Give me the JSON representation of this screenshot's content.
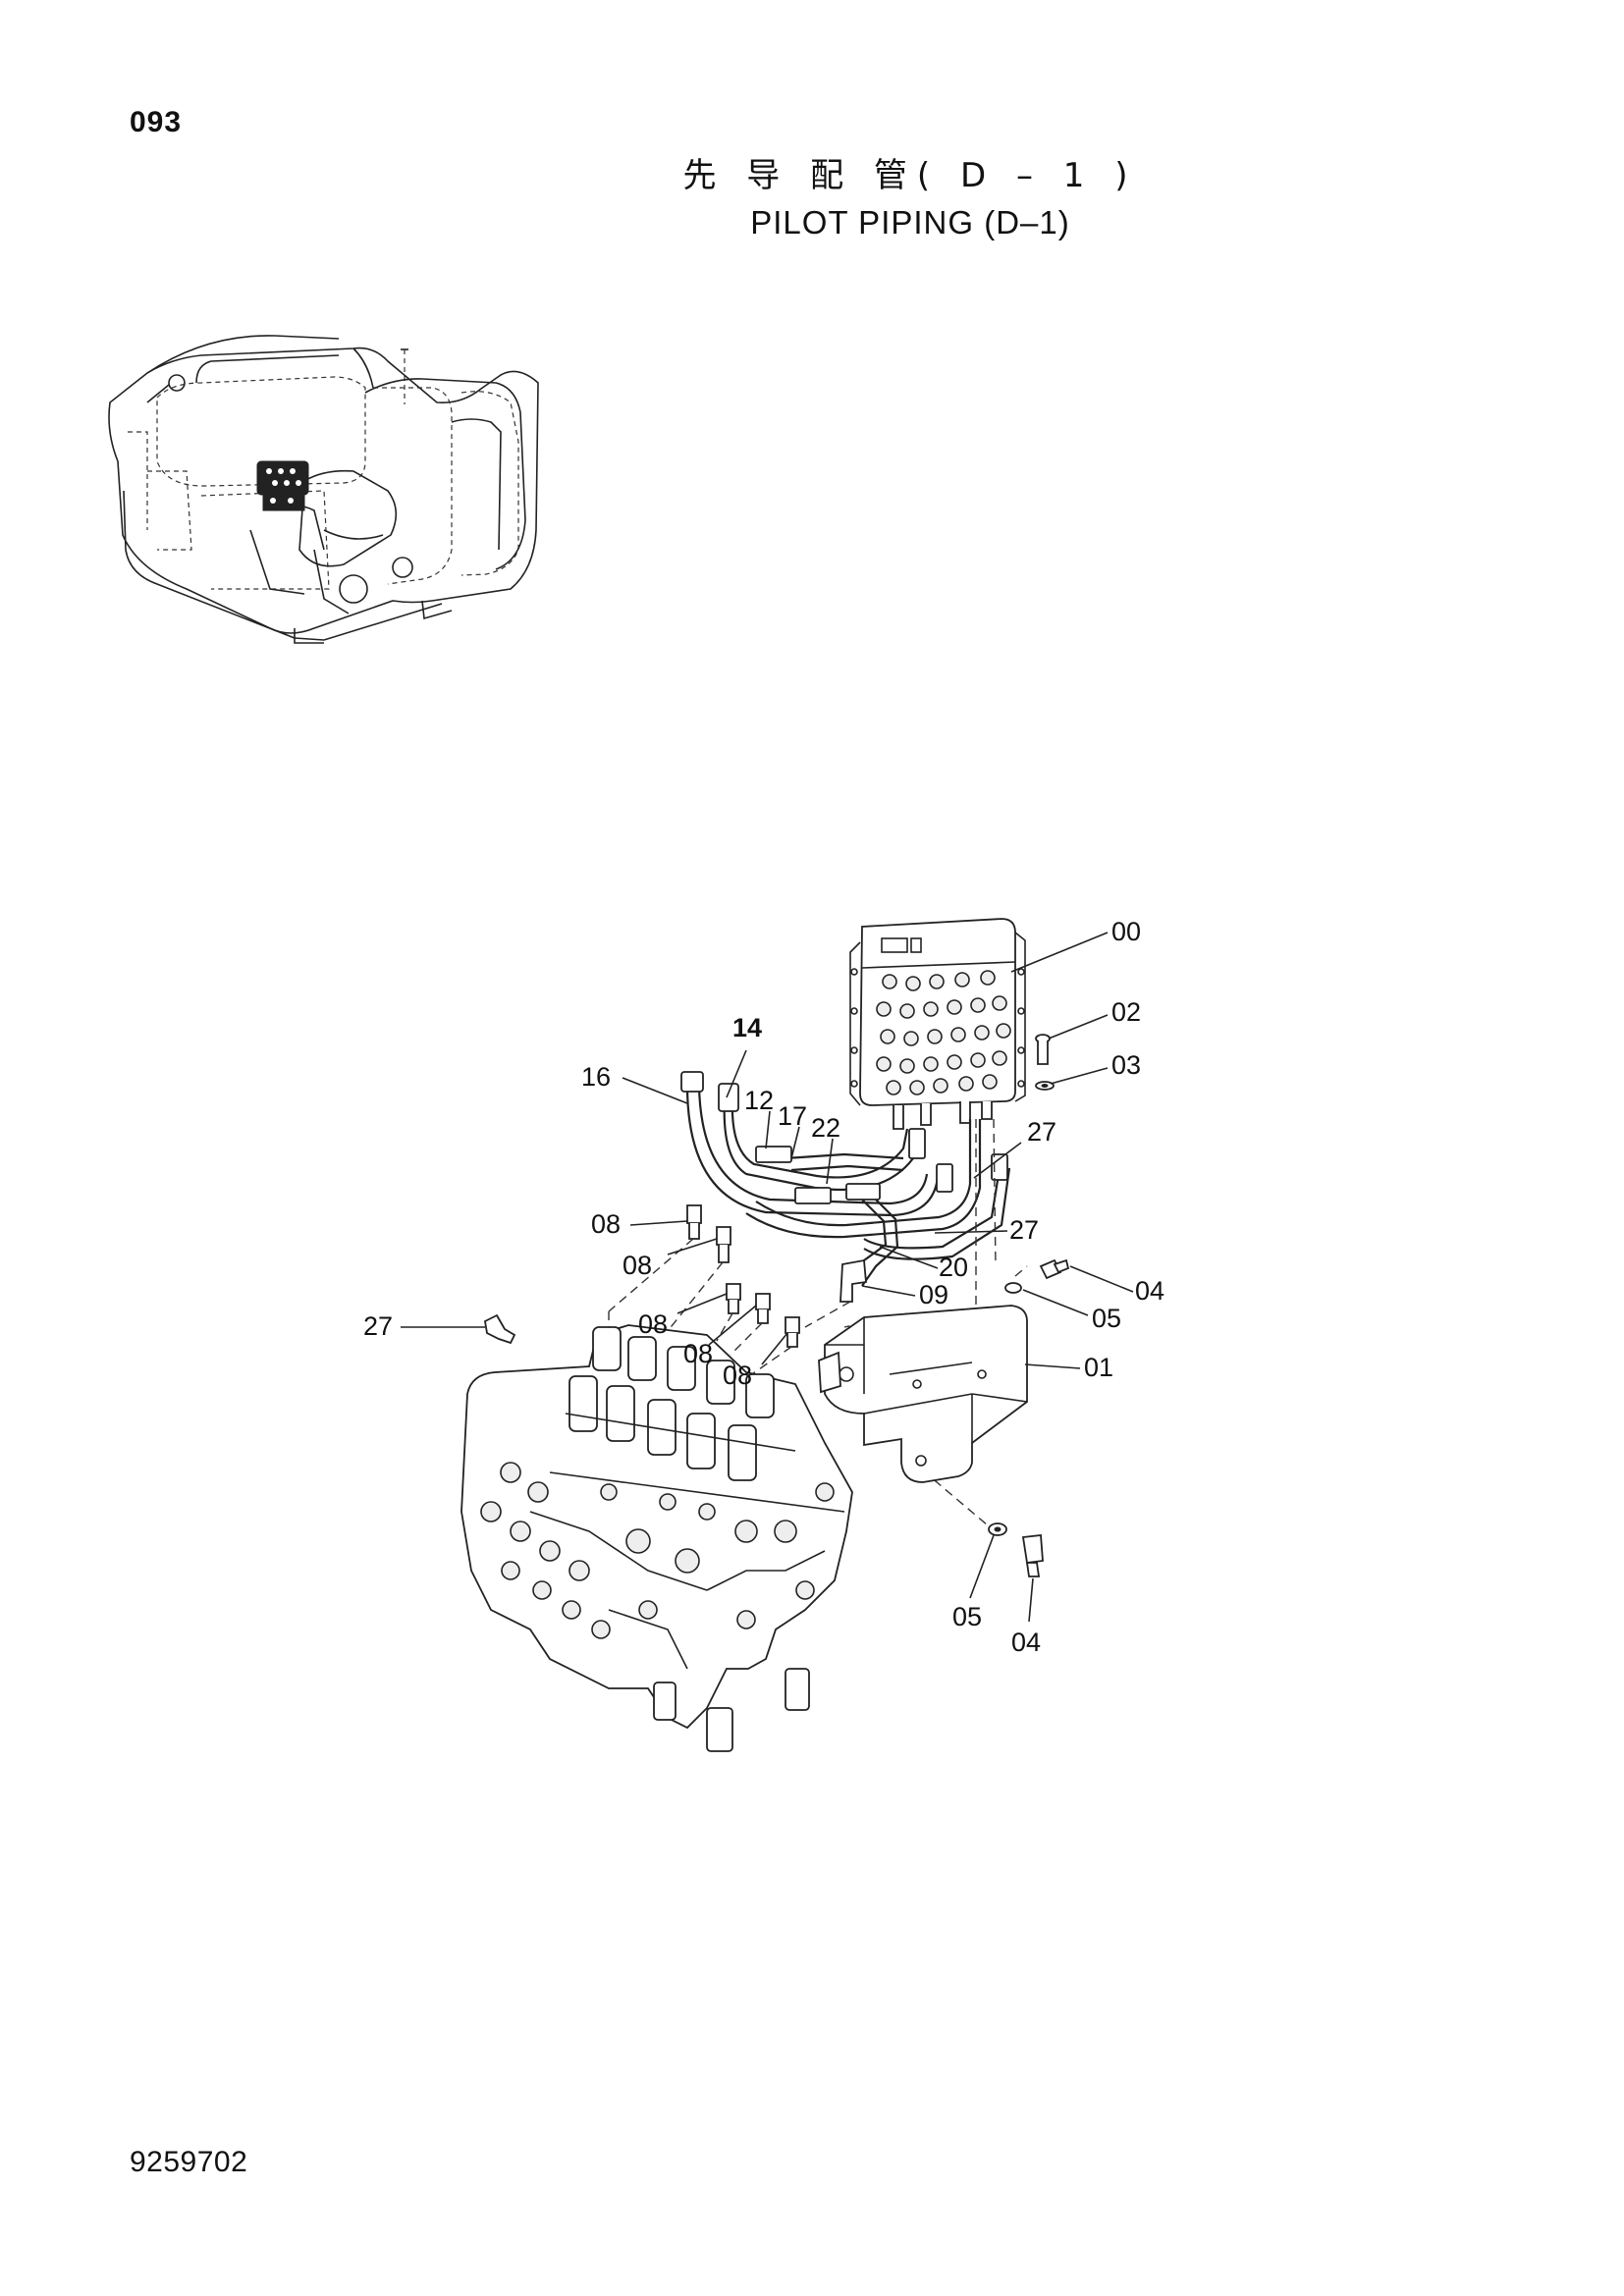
{
  "page": {
    "page_number": "093",
    "title_cn": "先 导 配 管( D – 1 )",
    "title_en": "PILOT PIPING (D–1)",
    "doc_number": "9259702"
  },
  "callouts": [
    {
      "id": "c00",
      "label": "00"
    },
    {
      "id": "c02",
      "label": "02"
    },
    {
      "id": "c03",
      "label": "03"
    },
    {
      "id": "c14",
      "label": "14"
    },
    {
      "id": "c16",
      "label": "16"
    },
    {
      "id": "c12",
      "label": "12"
    },
    {
      "id": "c17",
      "label": "17"
    },
    {
      "id": "c22",
      "label": "22"
    },
    {
      "id": "c27a",
      "label": "27"
    },
    {
      "id": "c27b",
      "label": "27"
    },
    {
      "id": "c08a",
      "label": "08"
    },
    {
      "id": "c08b",
      "label": "08"
    },
    {
      "id": "c08c",
      "label": "08"
    },
    {
      "id": "c08d",
      "label": "08"
    },
    {
      "id": "c08e",
      "label": "08"
    },
    {
      "id": "c20",
      "label": "20"
    },
    {
      "id": "c09",
      "label": "09"
    },
    {
      "id": "c04a",
      "label": "04"
    },
    {
      "id": "c05a",
      "label": "05"
    },
    {
      "id": "c27c",
      "label": "27"
    },
    {
      "id": "c01",
      "label": "01"
    },
    {
      "id": "c05b",
      "label": "05"
    },
    {
      "id": "c04b",
      "label": "04"
    }
  ]
}
